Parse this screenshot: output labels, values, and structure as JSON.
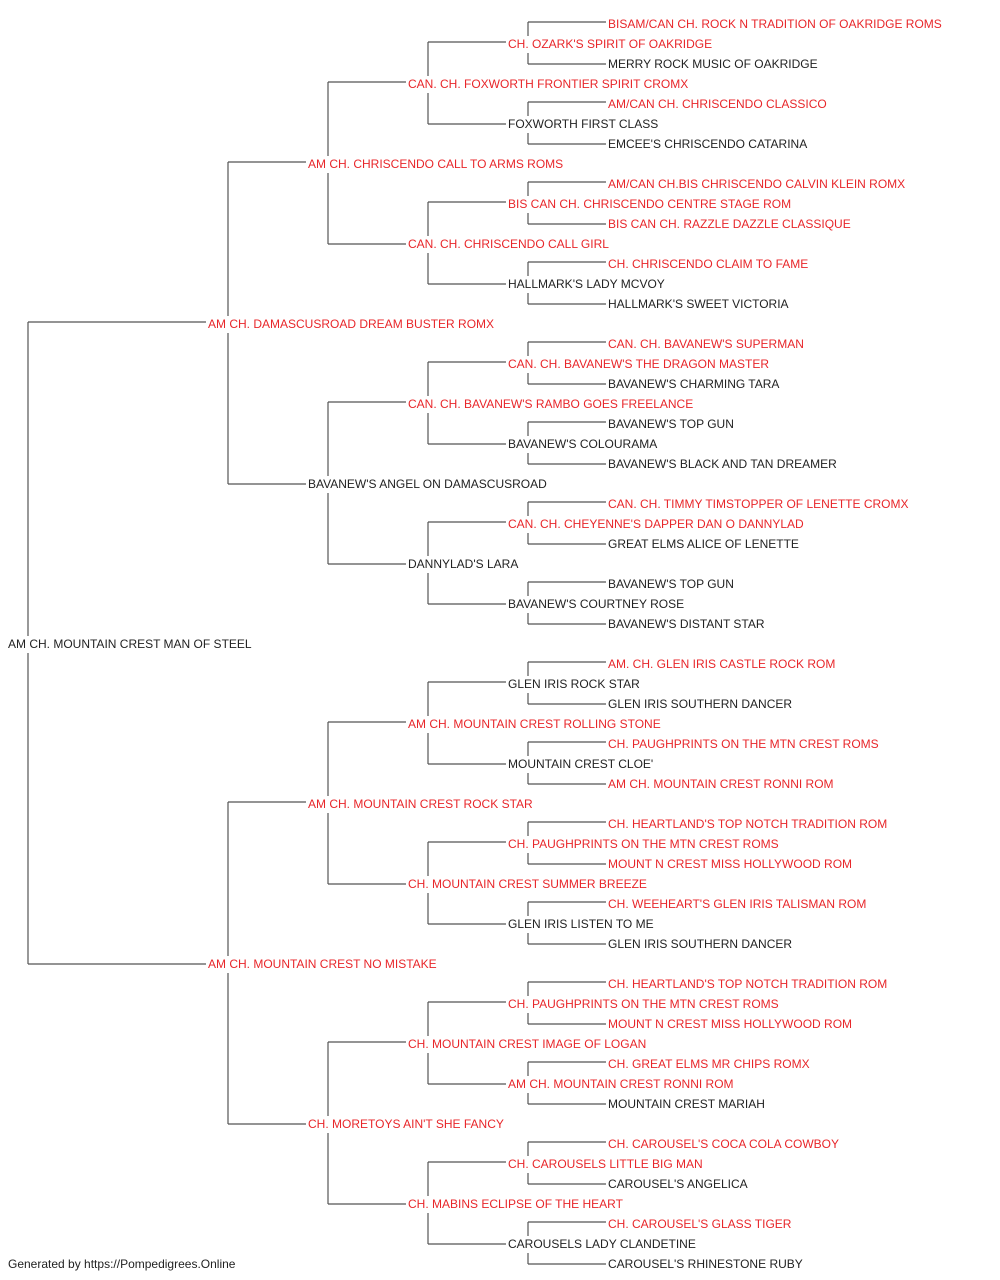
{
  "colors": {
    "titled": "#e8262a",
    "untitled": "#222222",
    "line": "#555555"
  },
  "pedigree": {
    "name": "AM CH. MOUNTAIN CREST MAN OF STEEL",
    "titled": false,
    "sire": {
      "name": "AM CH. DAMASCUSROAD DREAM BUSTER ROMX",
      "titled": true,
      "sire": {
        "name": "AM CH. CHRISCENDO CALL TO ARMS ROMS",
        "titled": true,
        "sire": {
          "name": "CAN. CH. FOXWORTH FRONTIER SPIRIT CROMX",
          "titled": true,
          "sire": {
            "name": "CH. OZARK'S SPIRIT OF OAKRIDGE",
            "titled": true,
            "sire": {
              "name": "BISAM/CAN CH. ROCK N TRADITION OF OAKRIDGE ROMS",
              "titled": true
            },
            "dam": {
              "name": "MERRY ROCK MUSIC OF OAKRIDGE",
              "titled": false
            }
          },
          "dam": {
            "name": "FOXWORTH FIRST CLASS",
            "titled": false,
            "sire": {
              "name": "AM/CAN CH. CHRISCENDO CLASSICO",
              "titled": true
            },
            "dam": {
              "name": "EMCEE'S CHRISCENDO CATARINA",
              "titled": false
            }
          }
        },
        "dam": {
          "name": "CAN. CH. CHRISCENDO CALL GIRL",
          "titled": true,
          "sire": {
            "name": "BIS CAN CH. CHRISCENDO CENTRE STAGE ROM",
            "titled": true,
            "sire": {
              "name": "AM/CAN CH.BIS CHRISCENDO CALVIN KLEIN ROMX",
              "titled": true
            },
            "dam": {
              "name": "BIS CAN CH. RAZZLE DAZZLE CLASSIQUE",
              "titled": true
            }
          },
          "dam": {
            "name": "HALLMARK'S LADY MCVOY",
            "titled": false,
            "sire": {
              "name": "CH. CHRISCENDO CLAIM TO FAME",
              "titled": true
            },
            "dam": {
              "name": "HALLMARK'S SWEET VICTORIA",
              "titled": false
            }
          }
        }
      },
      "dam": {
        "name": "BAVANEW'S ANGEL ON DAMASCUSROAD",
        "titled": false,
        "sire": {
          "name": "CAN. CH. BAVANEW'S RAMBO GOES FREELANCE",
          "titled": true,
          "sire": {
            "name": "CAN. CH. BAVANEW'S THE DRAGON MASTER",
            "titled": true,
            "sire": {
              "name": "CAN. CH. BAVANEW'S SUPERMAN",
              "titled": true
            },
            "dam": {
              "name": "BAVANEW'S CHARMING TARA",
              "titled": false
            }
          },
          "dam": {
            "name": "BAVANEW'S COLOURAMA",
            "titled": false,
            "sire": {
              "name": "BAVANEW'S TOP GUN",
              "titled": false
            },
            "dam": {
              "name": "BAVANEW'S BLACK AND TAN DREAMER",
              "titled": false
            }
          }
        },
        "dam": {
          "name": "DANNYLAD'S LARA",
          "titled": false,
          "sire": {
            "name": "CAN. CH. CHEYENNE'S DAPPER DAN O DANNYLAD",
            "titled": true,
            "sire": {
              "name": "CAN. CH. TIMMY TIMSTOPPER OF LENETTE CROMX",
              "titled": true
            },
            "dam": {
              "name": "GREAT ELMS ALICE OF LENETTE",
              "titled": false
            }
          },
          "dam": {
            "name": "BAVANEW'S COURTNEY ROSE",
            "titled": false,
            "sire": {
              "name": "BAVANEW'S TOP GUN",
              "titled": false
            },
            "dam": {
              "name": "BAVANEW'S DISTANT STAR",
              "titled": false
            }
          }
        }
      }
    },
    "dam": {
      "name": "AM CH. MOUNTAIN CREST NO MISTAKE",
      "titled": true,
      "sire": {
        "name": "AM CH. MOUNTAIN CREST ROCK STAR",
        "titled": true,
        "sire": {
          "name": "AM CH. MOUNTAIN CREST ROLLING STONE",
          "titled": true,
          "sire": {
            "name": "GLEN IRIS ROCK STAR",
            "titled": false,
            "sire": {
              "name": "AM. CH. GLEN IRIS CASTLE ROCK ROM",
              "titled": true
            },
            "dam": {
              "name": "GLEN IRIS SOUTHERN DANCER",
              "titled": false
            }
          },
          "dam": {
            "name": "MOUNTAIN CREST CLOE'",
            "titled": false,
            "sire": {
              "name": "CH. PAUGHPRINTS ON THE MTN CREST ROMS",
              "titled": true
            },
            "dam": {
              "name": "AM CH. MOUNTAIN CREST RONNI ROM",
              "titled": true
            }
          }
        },
        "dam": {
          "name": "CH. MOUNTAIN CREST SUMMER BREEZE",
          "titled": true,
          "sire": {
            "name": "CH. PAUGHPRINTS ON THE MTN CREST ROMS",
            "titled": true,
            "sire": {
              "name": "CH. HEARTLAND'S TOP NOTCH TRADITION ROM",
              "titled": true
            },
            "dam": {
              "name": "MOUNT N CREST MISS HOLLYWOOD ROM",
              "titled": true
            }
          },
          "dam": {
            "name": "GLEN IRIS LISTEN TO ME",
            "titled": false,
            "sire": {
              "name": "CH. WEEHEART'S GLEN IRIS TALISMAN ROM",
              "titled": true
            },
            "dam": {
              "name": "GLEN IRIS SOUTHERN DANCER",
              "titled": false
            }
          }
        }
      },
      "dam": {
        "name": "CH. MORETOYS AIN'T SHE FANCY",
        "titled": true,
        "sire": {
          "name": "CH. MOUNTAIN CREST IMAGE OF LOGAN",
          "titled": true,
          "sire": {
            "name": "CH. PAUGHPRINTS ON THE MTN CREST ROMS",
            "titled": true,
            "sire": {
              "name": "CH. HEARTLAND'S TOP NOTCH TRADITION ROM",
              "titled": true
            },
            "dam": {
              "name": "MOUNT N CREST MISS HOLLYWOOD ROM",
              "titled": true
            }
          },
          "dam": {
            "name": "AM CH. MOUNTAIN CREST RONNI ROM",
            "titled": true,
            "sire": {
              "name": "CH. GREAT ELMS MR CHIPS ROMX",
              "titled": true
            },
            "dam": {
              "name": "MOUNTAIN CREST MARIAH",
              "titled": false
            }
          }
        },
        "dam": {
          "name": "CH. MABINS ECLIPSE OF THE HEART",
          "titled": true,
          "sire": {
            "name": "CH. CAROUSELS LITTLE BIG MAN",
            "titled": true,
            "sire": {
              "name": "CH. CAROUSEL'S COCA COLA COWBOY",
              "titled": true
            },
            "dam": {
              "name": "CAROUSEL'S ANGELICA",
              "titled": false
            }
          },
          "dam": {
            "name": "CAROUSELS LADY CLANDETINE",
            "titled": false,
            "sire": {
              "name": "CH. CAROUSEL'S GLASS TIGER",
              "titled": true
            },
            "dam": {
              "name": "CAROUSEL'S RHINESTONE RUBY",
              "titled": false
            }
          }
        }
      }
    }
  },
  "footer": {
    "text": "Generated by https://Pompedigrees.Online"
  }
}
